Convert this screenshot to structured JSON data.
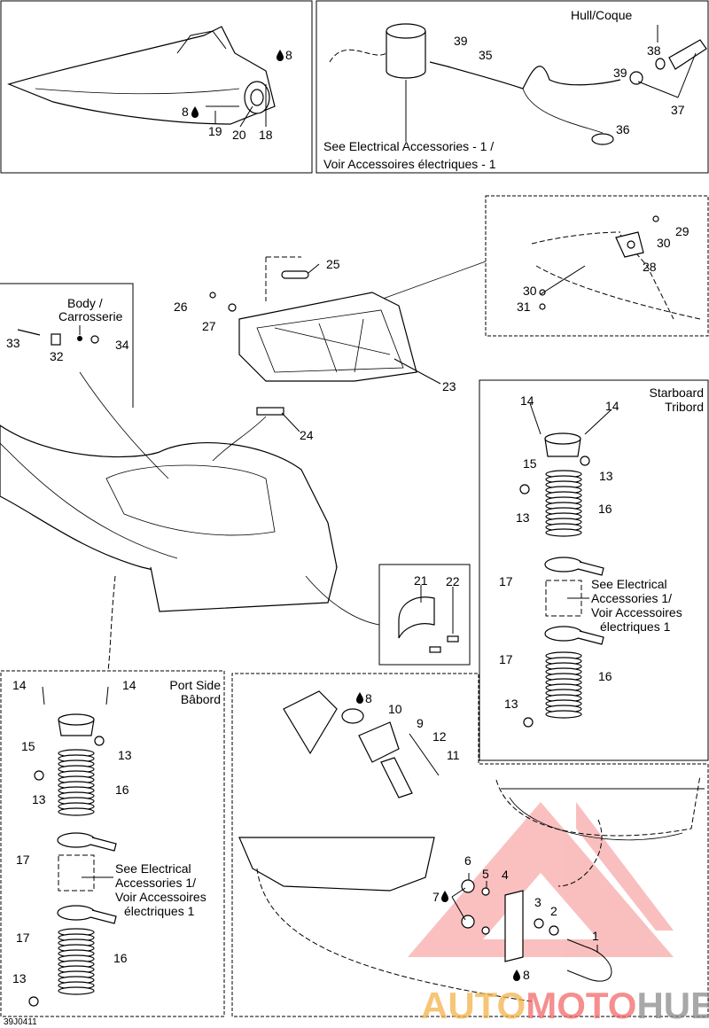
{
  "diagram_code": "39J0411",
  "watermark": {
    "part1": "AUTO",
    "part2": "MOTO",
    "part3": "HUB",
    "colors": {
      "auto": "#f5b24a",
      "moto": "#f26a6a",
      "hub": "#8c8c8c",
      "triangle": "#f58c8c"
    }
  },
  "bow_panel": {
    "callouts": [
      "8",
      "8",
      "19",
      "20",
      "18"
    ]
  },
  "hull_panel": {
    "title": "Hull/Coque",
    "callouts": [
      "39",
      "35",
      "38",
      "39",
      "37",
      "36"
    ],
    "note_line1": "See Electrical Accessories - 1 /",
    "note_line2": "Voir Accessoires électriques - 1"
  },
  "detail_panel": {
    "callouts": [
      "29",
      "30",
      "28",
      "30",
      "31"
    ]
  },
  "body_panel": {
    "title_line1": "Body /",
    "title_line2": "Carrosserie",
    "callouts": [
      "33",
      "32",
      "34"
    ]
  },
  "center": {
    "callouts": [
      "25",
      "26",
      "27",
      "23",
      "24"
    ]
  },
  "starboard_panel": {
    "title_line1": "Starboard",
    "title_line2": "Tribord",
    "callouts": [
      "14",
      "14",
      "15",
      "13",
      "13",
      "16",
      "17",
      "17",
      "16",
      "13"
    ],
    "note": [
      "See Electrical",
      "Accessories 1/",
      "Voir Accessoires",
      "électriques 1"
    ]
  },
  "bracket_panel": {
    "callouts": [
      "21",
      "22"
    ]
  },
  "port_panel": {
    "title_line1": "Port Side",
    "title_line2": "Bâbord",
    "callouts": [
      "14",
      "14",
      "15",
      "13",
      "13",
      "16",
      "17",
      "17",
      "16",
      "13"
    ],
    "note": [
      "See Electrical",
      "Accessories 1/",
      "Voir Accessoires",
      "électriques 1"
    ]
  },
  "stern_panel": {
    "callouts": [
      "8",
      "10",
      "9",
      "12",
      "11",
      "6",
      "5",
      "4",
      "7",
      "3",
      "2",
      "1",
      "8"
    ]
  }
}
